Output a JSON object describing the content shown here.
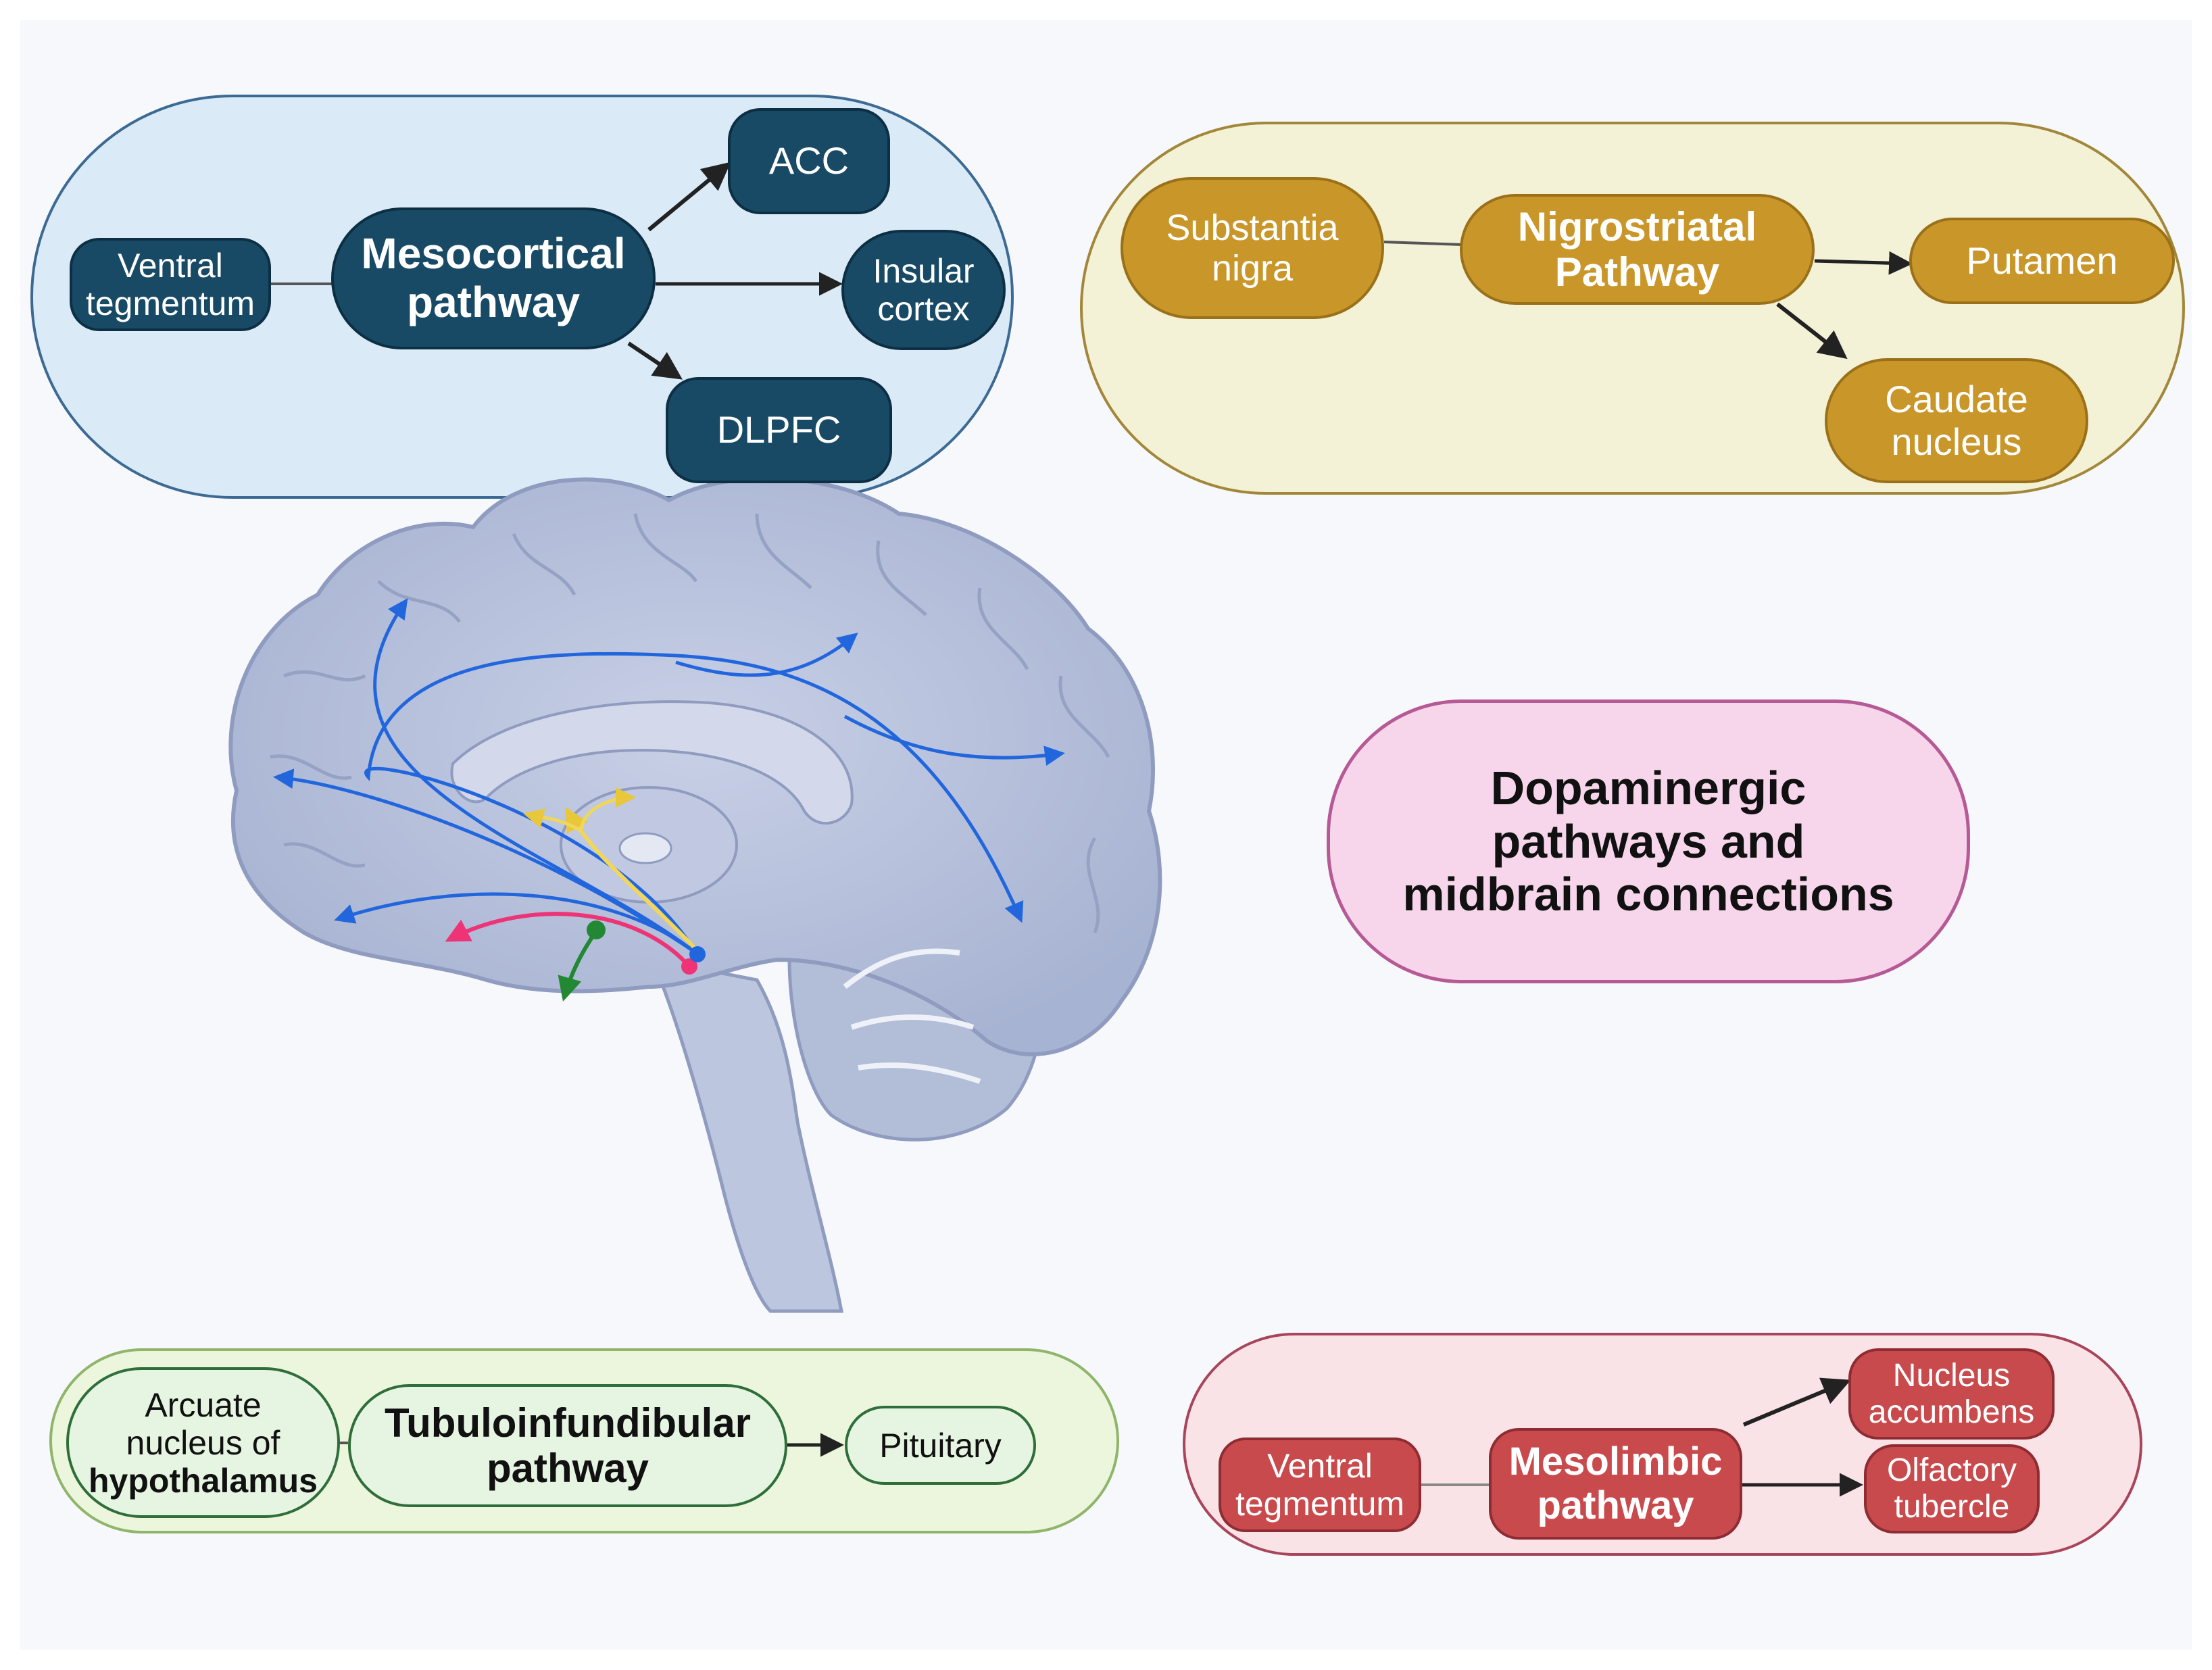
{
  "title": "Dopaminergic pathways and midbrain connections",
  "title_lines": [
    "Dopaminergic",
    "pathways and",
    "midbrain connections"
  ],
  "colors": {
    "mesocortical_box": "#dbeaf7",
    "mesocortical_node": "#184a66",
    "nigrostriatal_box": "#f3f1d6",
    "nigrostriatal_node": "#c9962a",
    "tubulo_box": "#ecf6dc",
    "tubulo_node": "#e6f5e2",
    "mesolimbic_box": "#fae3e7",
    "mesolimbic_node": "#c94a4c",
    "title_box": "#f7d6ec",
    "title_border": "#b65a95",
    "brain": "#b9c3dc",
    "path_blue": "#2266dd",
    "path_yellow": "#f0d65a",
    "path_pink": "#ee3377",
    "path_green": "#228833"
  },
  "mesocortical": {
    "source": [
      "Ventral",
      "tegmentum"
    ],
    "hub": [
      "Mesocortical",
      "pathway"
    ],
    "targets": {
      "acc": "ACC",
      "insular": [
        "Insular",
        "cortex"
      ],
      "dlpfc": "DLPFC"
    }
  },
  "nigrostriatal": {
    "source": [
      "Substantia",
      "nigra"
    ],
    "hub": [
      "Nigrostriatal",
      "Pathway"
    ],
    "targets": {
      "putamen": "Putamen",
      "caudate": [
        "Caudate",
        "nucleus"
      ]
    }
  },
  "tuberoinfundibular": {
    "source": [
      "Arcuate",
      "nucleus of",
      "hypothalamus"
    ],
    "hub": [
      "Tubuloinfundibular",
      "pathway"
    ],
    "target": "Pituitary"
  },
  "mesolimbic": {
    "source": [
      "Ventral",
      "tegmentum"
    ],
    "hub": [
      "Mesolimbic",
      "pathway"
    ],
    "targets": {
      "accumbens": [
        "Nucleus",
        "accumbens"
      ],
      "olfactory": [
        "Olfactory",
        "tubercle"
      ]
    }
  },
  "brain_icon": "sagittal-brain-illustration"
}
